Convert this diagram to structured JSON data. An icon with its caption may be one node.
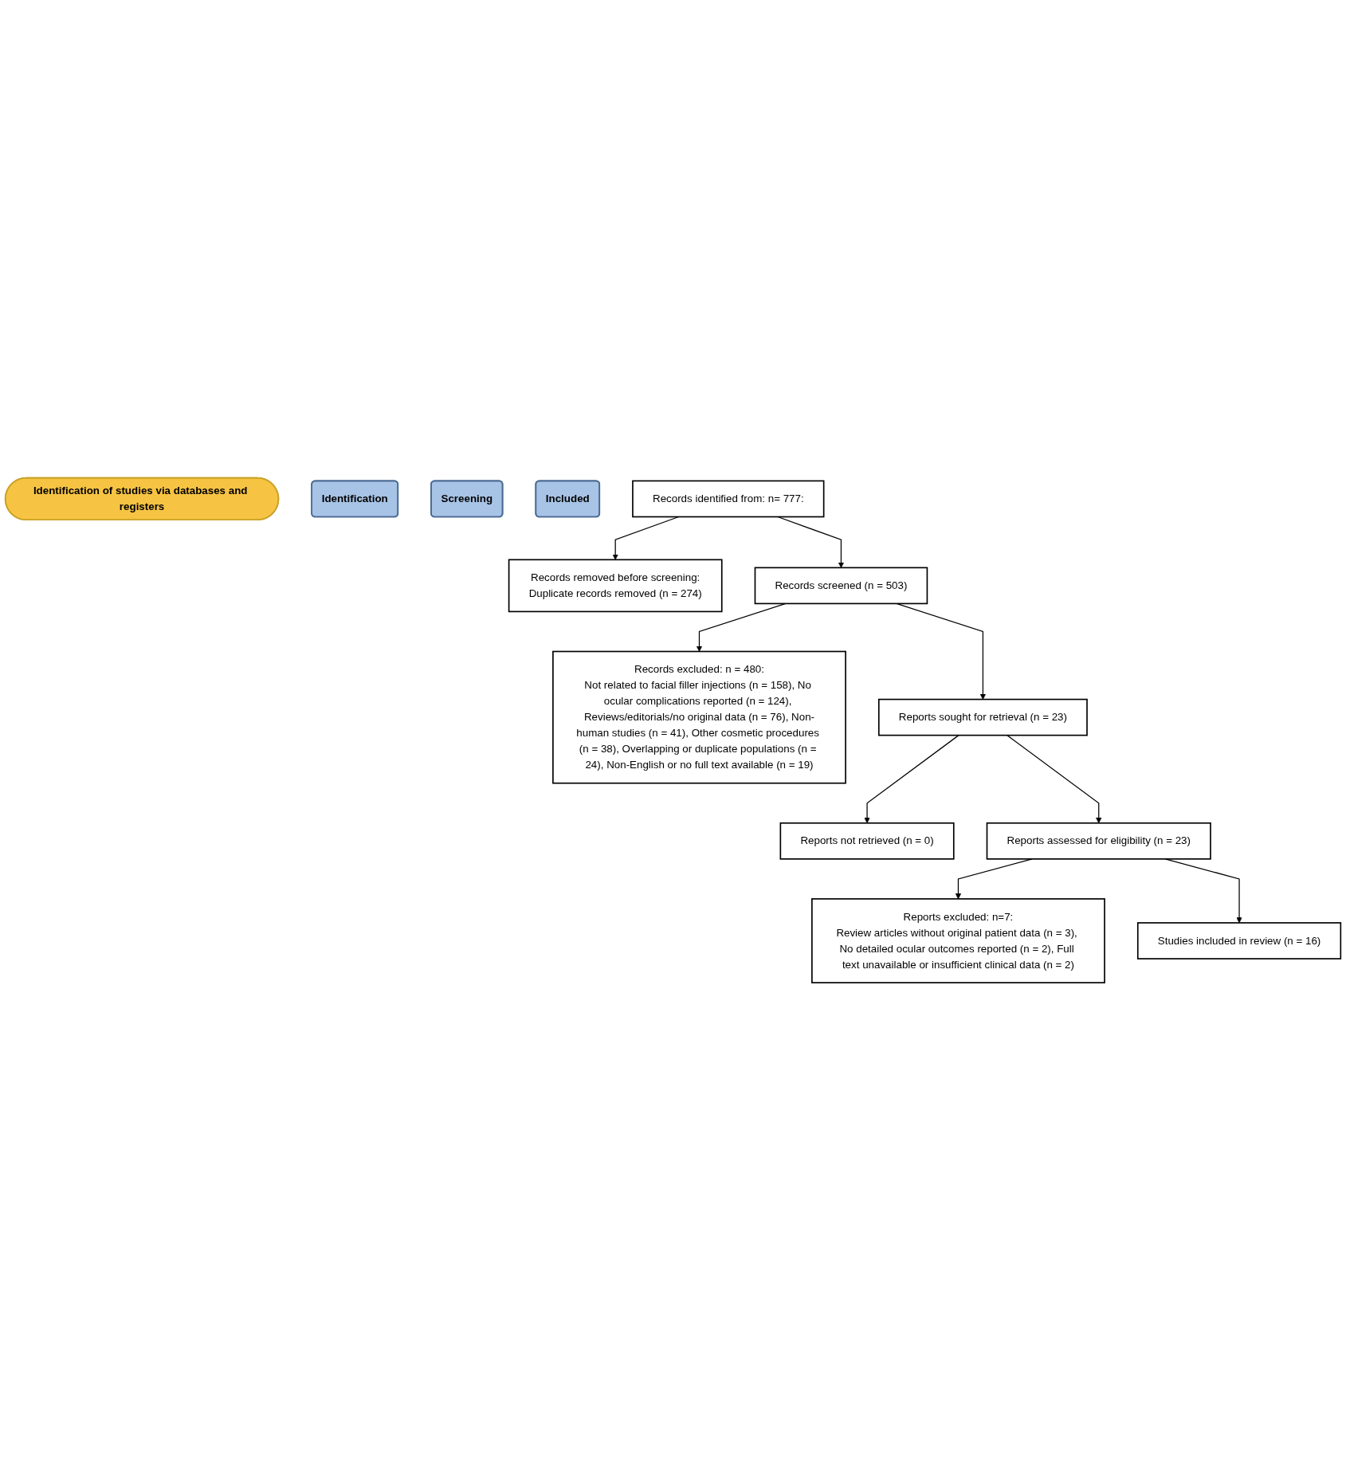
{
  "diagram": {
    "nodes": [
      {
        "text": [
          "Identification of studies via databases and registers"
        ]
      },
      {
        "text": [
          "Identification"
        ]
      },
      {
        "text": [
          "Screening"
        ]
      },
      {
        "text": [
          "Included"
        ]
      },
      {
        "text": [
          "Records identified from: n= 777:"
        ]
      },
      {
        "text": [
          "Records removed before screening:",
          "Duplicate records removed (n = 274)"
        ]
      },
      {
        "text": [
          "Records screened (n = 503)"
        ]
      },
      {
        "text": [
          "Records excluded: n = 480:",
          "Not related to facial filler injections (n = 158), No ocular complications reported (n = 124), Reviews/editorials/no original data (n = 76), Non-human studies (n = 41), Other cosmetic procedures (n = 38), Overlapping or duplicate populations (n = 24), Non-English or no full text available (n = 19)"
        ]
      },
      {
        "text": [
          "Reports sought for retrieval (n = 23)"
        ]
      },
      {
        "text": [
          "Reports not retrieved (n = 0)"
        ]
      },
      {
        "text": [
          "Reports assessed for eligibility (n = 23)"
        ]
      },
      {
        "text": [
          "Reports excluded: n=7:",
          "Review articles without original patient data (n = 3), No detailed ocular outcomes reported (n = 2), Full text unavailable or insufficient clinical data (n = 2)"
        ]
      },
      {
        "text": [
          "Studies included in review (n = 16)"
        ]
      }
    ],
    "edges": [
      {
        "from": 4,
        "to": 5,
        "arrow": "to"
      },
      {
        "from": 4,
        "to": 6,
        "arrow": "to"
      },
      {
        "from": 6,
        "to": 7,
        "arrow": "to"
      },
      {
        "from": 6,
        "to": 8,
        "arrow": "to"
      },
      {
        "from": 8,
        "to": 9,
        "arrow": "to"
      },
      {
        "from": 8,
        "to": 10,
        "arrow": "to"
      },
      {
        "from": 10,
        "to": 11,
        "arrow": "to"
      },
      {
        "from": 10,
        "to": 12,
        "arrow": "to"
      }
    ]
  }
}
